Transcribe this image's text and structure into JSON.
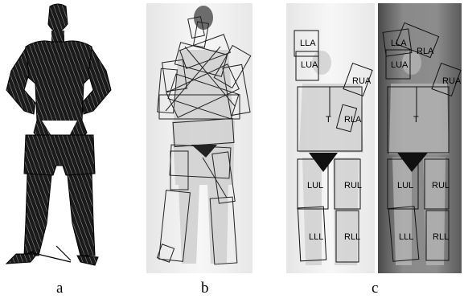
{
  "figure": {
    "panels": [
      {
        "id": "a",
        "caption": "a"
      },
      {
        "id": "b",
        "caption": "b"
      },
      {
        "id": "c",
        "caption": "c"
      }
    ],
    "part_labels": [
      "LLA",
      "LUA",
      "RUA",
      "T",
      "RLA",
      "RLA",
      "LUA",
      "RUA",
      "T",
      "LUL",
      "RUL",
      "LLL",
      "RLL",
      "LUL",
      "RUL",
      "LLL",
      "RLL"
    ]
  }
}
